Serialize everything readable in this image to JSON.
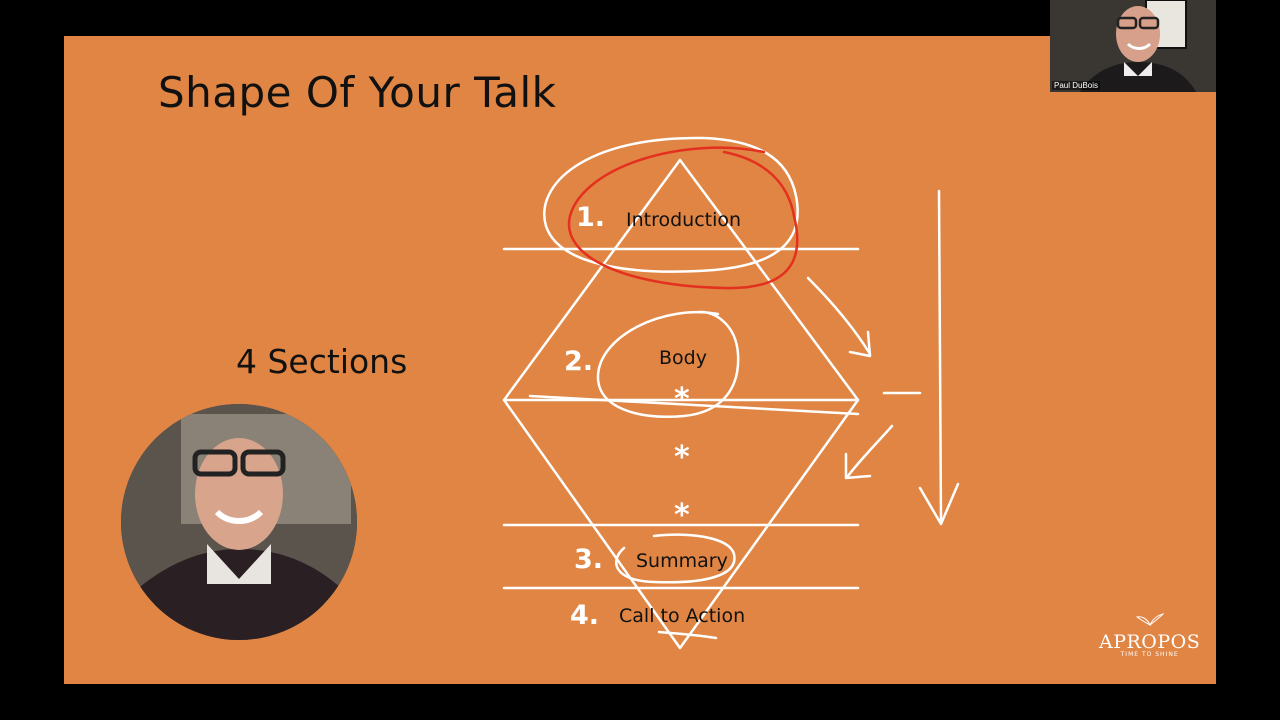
{
  "slide": {
    "title": "Shape Of Your Talk",
    "sections_label": "4 Sections",
    "diagram": {
      "items": [
        {
          "number": "1.",
          "label": "Introduction"
        },
        {
          "number": "2.",
          "label": "Body"
        },
        {
          "number": "3.",
          "label": "Summary"
        },
        {
          "number": "4.",
          "label": "Call to Action"
        }
      ],
      "star": "*"
    },
    "logo": {
      "name": "APROPOS",
      "tagline": "TIME TO SHINE"
    }
  },
  "video_tile": {
    "participant_name": "Paul DuBois"
  },
  "colors": {
    "slide_bg": "#E08543",
    "annotation_red": "#E3301F",
    "line_white": "#FFFFFF"
  }
}
